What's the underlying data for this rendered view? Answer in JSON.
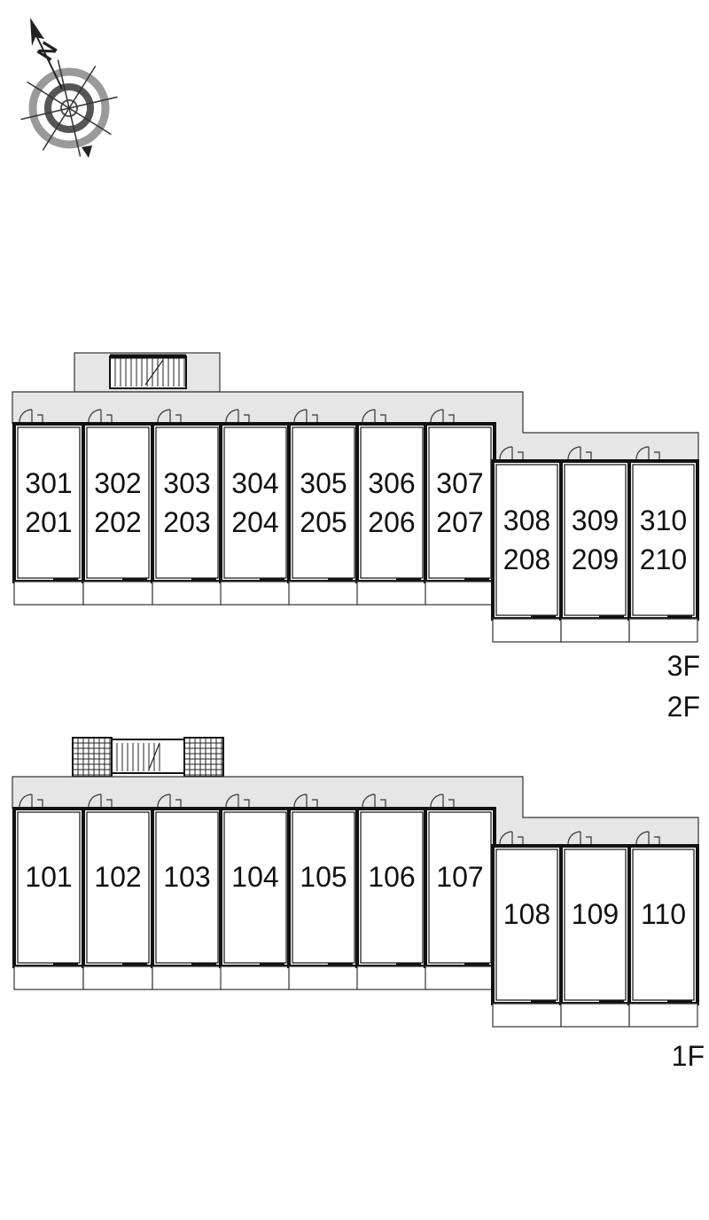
{
  "compass": {
    "north_label": "N",
    "icon": "compass-rose-icon"
  },
  "upper_floors": {
    "floor_labels": [
      "3F",
      "2F"
    ],
    "units": [
      {
        "top": "301",
        "bottom": "201"
      },
      {
        "top": "302",
        "bottom": "202"
      },
      {
        "top": "303",
        "bottom": "203"
      },
      {
        "top": "304",
        "bottom": "204"
      },
      {
        "top": "305",
        "bottom": "205"
      },
      {
        "top": "306",
        "bottom": "206"
      },
      {
        "top": "307",
        "bottom": "207"
      },
      {
        "top": "308",
        "bottom": "208"
      },
      {
        "top": "309",
        "bottom": "209"
      },
      {
        "top": "310",
        "bottom": "210"
      }
    ]
  },
  "ground_floor": {
    "floor_labels": [
      "1F"
    ],
    "units": [
      "101",
      "102",
      "103",
      "104",
      "105",
      "106",
      "107",
      "108",
      "109",
      "110"
    ]
  },
  "colors": {
    "corridor": "#e6e6e6",
    "wall": "#111111",
    "line": "#333333",
    "compass_ring": "#9a9a9a"
  }
}
